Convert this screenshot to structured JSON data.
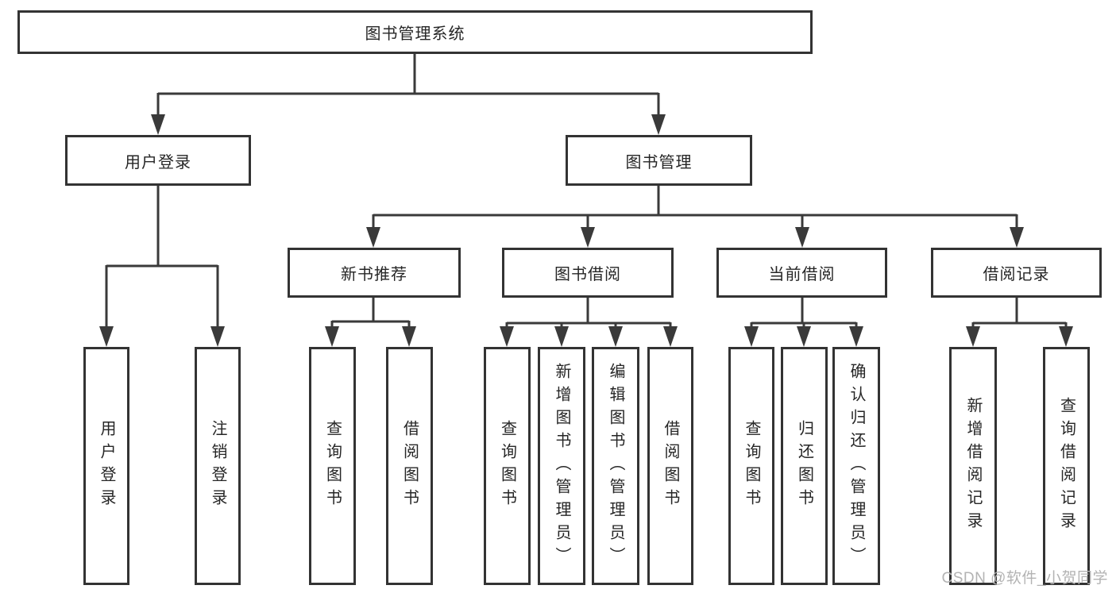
{
  "tree": {
    "root": "图书管理系统",
    "branches": [
      {
        "label": "用户登录",
        "children": [
          "用户登录",
          "注销登录"
        ]
      },
      {
        "label": "图书管理",
        "sections": [
          {
            "label": "新书推荐",
            "children": [
              "查询图书",
              "借阅图书"
            ]
          },
          {
            "label": "图书借阅",
            "children": [
              "查询图书",
              "新增图书（管理员）",
              "编辑图书（管理员）",
              "借阅图书"
            ]
          },
          {
            "label": "当前借阅",
            "children": [
              "查询图书",
              "归还图书",
              "确认归还（管理员）"
            ]
          },
          {
            "label": "借阅记录",
            "children": [
              "新增借阅记录",
              "查询借阅记录"
            ]
          }
        ]
      }
    ]
  },
  "watermark": "CSDN @软件_小贺同学",
  "colors": {
    "line": "#3a3a3a",
    "box_border": "#333333",
    "text": "#262626",
    "watermark": "#b3b3b3",
    "background": "#ffffff"
  }
}
